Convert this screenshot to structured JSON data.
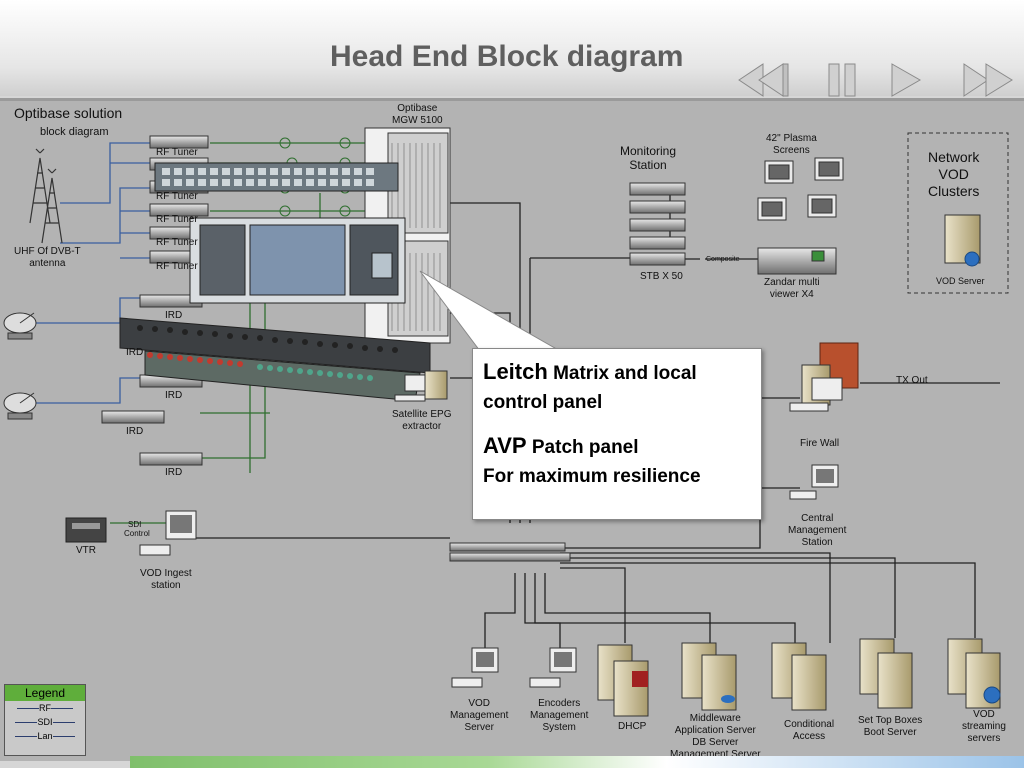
{
  "slide": {
    "title": "Head End Block diagram"
  },
  "nav": {
    "buttons": [
      "first-slide",
      "pause",
      "next-slide",
      "last-slide"
    ]
  },
  "diagram": {
    "solution_title": "Optibase solution",
    "solution_subtitle": "block diagram",
    "antenna_label": "UHF Of DVB-T\nantenna",
    "rf_tuners": [
      "RF Tuner",
      "RF Tuner",
      "RF Tuner",
      "RF Tuner",
      "RF Tuner"
    ],
    "ird_labels": [
      "IRD",
      "IRD",
      "IRD",
      "IRD",
      "IRD"
    ],
    "optibase_label": "Optibase\nMGW 5100",
    "monitoring_label": "Monitoring\nStation",
    "stb_label": "STB X 50",
    "composite_label": "Composite",
    "plasma_label": "42\" Plasma\nScreens",
    "zandar_label": "Zandar multi\nviewer X4",
    "vod_clusters_label": "Network\nVOD\nClusters",
    "vod_server_label": "VOD Server",
    "tx_out_label": "TX Out",
    "firewall_label": "Fire Wall",
    "central_mgmt_label": "Central\nManagement\nStation",
    "satellite_epg_label": "Satellite EPG\nextractor",
    "vtr_label": "VTR",
    "sdi_label": "SDI",
    "control_label": "Control",
    "vod_ingest_label": "VOD Ingest\nstation",
    "bottom_nodes": [
      "VOD\nManagement\nServer",
      "Encoders\nManagement\nSystem",
      "DHCP",
      "Middleware\nApplication Server\nDB Server\nManagement Server",
      "Conditional\nAccess",
      "Set Top Boxes\nBoot Server",
      "VOD\nstreaming\nservers"
    ]
  },
  "callout": {
    "line1_big": "Leitch",
    "line1_rest": " Matrix and local",
    "line2": "control panel",
    "line3_big": "AVP",
    "line3_rest": " Patch panel",
    "line4": "For maximum resilience"
  },
  "legend": {
    "title": "Legend",
    "items": [
      "RF",
      "SDI",
      "Lan"
    ]
  },
  "colors": {
    "title": "#5f5f5f",
    "diagram_bg": "#b3b3b3",
    "legend_head": "#5fae3b",
    "rf_line": "#3a5fa0",
    "sdi_line": "#2f6f2f"
  }
}
